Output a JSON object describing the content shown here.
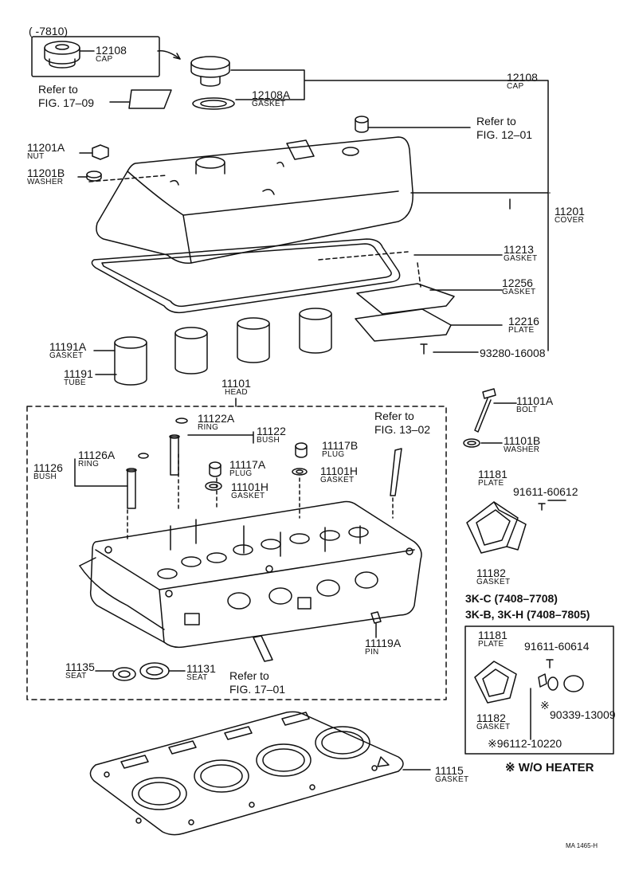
{
  "top_note": "(     -7810)",
  "parts": [
    {
      "id": "cap_old",
      "number": "12108",
      "name": "CAP"
    },
    {
      "id": "cap",
      "number": "12108",
      "name": "CAP"
    },
    {
      "id": "gasket_cap",
      "number": "12108A",
      "name": "GASKET"
    },
    {
      "id": "nut",
      "number": "11201A",
      "name": "NUT"
    },
    {
      "id": "washer",
      "number": "11201B",
      "name": "WASHER"
    },
    {
      "id": "cover",
      "number": "11201",
      "name": "COVER"
    },
    {
      "id": "gasket_cover",
      "number": "11213",
      "name": "GASKET"
    },
    {
      "id": "gasket_plate",
      "number": "12256",
      "name": "GASKET"
    },
    {
      "id": "plate",
      "number": "12216",
      "name": "PLATE"
    },
    {
      "id": "bolt_plate",
      "number": "93280-16008",
      "name": ""
    },
    {
      "id": "gasket_tube",
      "number": "11191A",
      "name": "GASKET"
    },
    {
      "id": "tube",
      "number": "11191",
      "name": "TUBE"
    },
    {
      "id": "head",
      "number": "11101",
      "name": "HEAD"
    },
    {
      "id": "ring_bush",
      "number": "11122A",
      "name": "RING"
    },
    {
      "id": "bush",
      "number": "11122",
      "name": "BUSH"
    },
    {
      "id": "ring_small",
      "number": "11126A",
      "name": "RING"
    },
    {
      "id": "bush_small",
      "number": "11126",
      "name": "BUSH"
    },
    {
      "id": "plug_b",
      "number": "11117B",
      "name": "PLUG"
    },
    {
      "id": "plug_a",
      "number": "11117A",
      "name": "PLUG"
    },
    {
      "id": "gasket_h1",
      "number": "11101H",
      "name": "GASKET"
    },
    {
      "id": "gasket_h2",
      "number": "11101H",
      "name": "GASKET"
    },
    {
      "id": "head_bolt",
      "number": "11101A",
      "name": "BOLT"
    },
    {
      "id": "head_washer",
      "number": "11101B",
      "name": "WASHER"
    },
    {
      "id": "plate_heater",
      "number": "11181",
      "name": "PLATE"
    },
    {
      "id": "bolt_heater",
      "number": "91611-60612",
      "name": ""
    },
    {
      "id": "gasket_heater",
      "number": "11182",
      "name": "GASKET"
    },
    {
      "id": "pin",
      "number": "11119A",
      "name": "PIN"
    },
    {
      "id": "seat1",
      "number": "11135",
      "name": "SEAT"
    },
    {
      "id": "seat2",
      "number": "11131",
      "name": "SEAT"
    },
    {
      "id": "plate_nh",
      "number": "11181",
      "name": "PLATE"
    },
    {
      "id": "bolt_nh",
      "number": "91611-60614",
      "name": ""
    },
    {
      "id": "gasket_nh",
      "number": "11182",
      "name": "GASKET"
    },
    {
      "id": "plug_nh",
      "number": "90339-13009",
      "name": ""
    },
    {
      "id": "bolt_star",
      "number": "※96112-10220",
      "name": ""
    },
    {
      "id": "head_gasket",
      "number": "11115",
      "name": "GASKET"
    }
  ],
  "refs": {
    "fig1709": "Refer to\nFIG. 17–09",
    "fig1201": "Refer to\nFIG. 12–01",
    "fig1302": "Refer to\nFIG. 13–02",
    "fig1701": "Refer to\nFIG. 17–01"
  },
  "models": {
    "line1": "3K-C (7408–7708)",
    "line2": "3K-B, 3K-H (7408–7805)"
  },
  "star_mark": "※",
  "wo_heater": "※ W/O HEATER",
  "footer_code": "MA 1465-H"
}
